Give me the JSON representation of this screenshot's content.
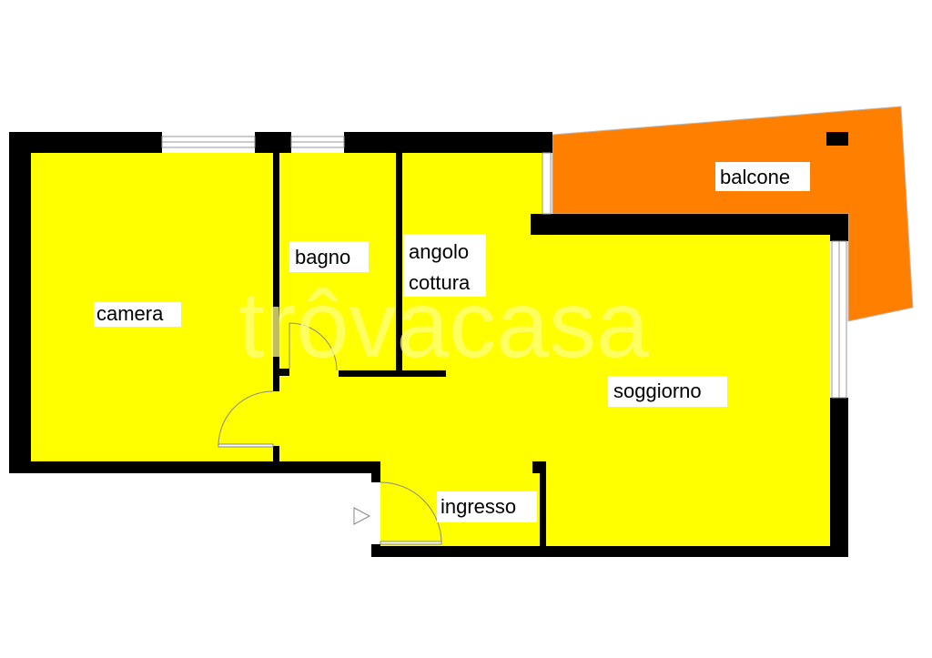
{
  "plan": {
    "rooms": {
      "camera": "camera",
      "bagno": "bagno",
      "angolo_line1": "angolo",
      "angolo_line2": "cottura",
      "soggiorno": "soggiorno",
      "ingresso": "ingresso",
      "balcone": "balcone"
    },
    "watermark": "trôvacasa"
  },
  "colors": {
    "room_fill": "#ffff00",
    "balcony_fill": "#ff8000",
    "wall": "#000000",
    "label_bg": "#ffffff"
  }
}
